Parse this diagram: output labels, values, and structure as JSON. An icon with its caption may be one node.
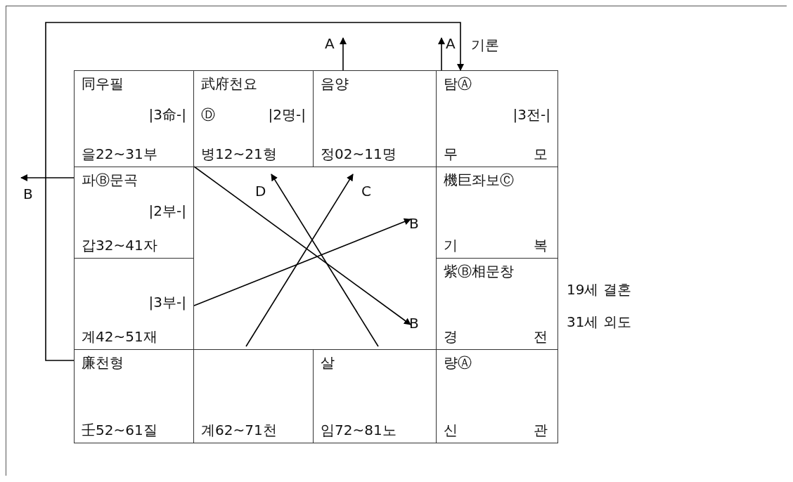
{
  "diagram": {
    "nodes": [
      {
        "text": [
          "同우필",
          "|3命-|",
          "을22~31부"
        ]
      },
      {
        "text": [
          "武府천요",
          "Ⓓ",
          "|2명-|",
          "병12~21형"
        ]
      },
      {
        "text": [
          "음양",
          "정02~11명"
        ]
      },
      {
        "text": [
          "탐Ⓐ",
          "|3전-|",
          "무",
          "모"
        ]
      },
      {
        "text": [
          "파Ⓑ문곡",
          "|2부-|",
          "갑32~41자"
        ]
      },
      {
        "text": [
          "機巨좌보Ⓒ",
          "기",
          "복"
        ]
      },
      {
        "text": [
          "|3부-|",
          "계42~51재"
        ]
      },
      {
        "text": [
          "紫Ⓑ相문창",
          "경",
          "전"
        ]
      },
      {
        "text": [
          "廉천형",
          "壬52~61질"
        ]
      },
      {
        "text": [
          "계62~71천"
        ]
      },
      {
        "text": [
          "살",
          "임72~81노"
        ]
      },
      {
        "text": [
          "량Ⓐ",
          "신",
          "관"
        ]
      },
      {
        "text": [
          "A"
        ]
      },
      {
        "text": [
          "A"
        ]
      },
      {
        "text": [
          "B"
        ]
      },
      {
        "text": [
          "D"
        ]
      },
      {
        "text": [
          "C"
        ]
      },
      {
        "text": [
          "B"
        ]
      },
      {
        "text": [
          "B"
        ]
      }
    ],
    "edges": [
      {
        "from": 2,
        "to": 12,
        "arrow": "to"
      },
      {
        "from": 3,
        "to": 13,
        "arrow": "to"
      },
      {
        "from": 8,
        "to": 3,
        "arrow": "to"
      },
      {
        "from": 4,
        "to": 14,
        "arrow": "to"
      },
      {
        "from": 4,
        "to": 18,
        "arrow": "to"
      },
      {
        "from": 6,
        "to": 17,
        "arrow": "to"
      },
      {
        "from": 9,
        "to": 16,
        "arrow": "to"
      },
      {
        "from": 10,
        "to": 15,
        "arrow": "to"
      }
    ],
    "labels": [
      "기론",
      "19세 결혼",
      "31세 외도"
    ]
  }
}
